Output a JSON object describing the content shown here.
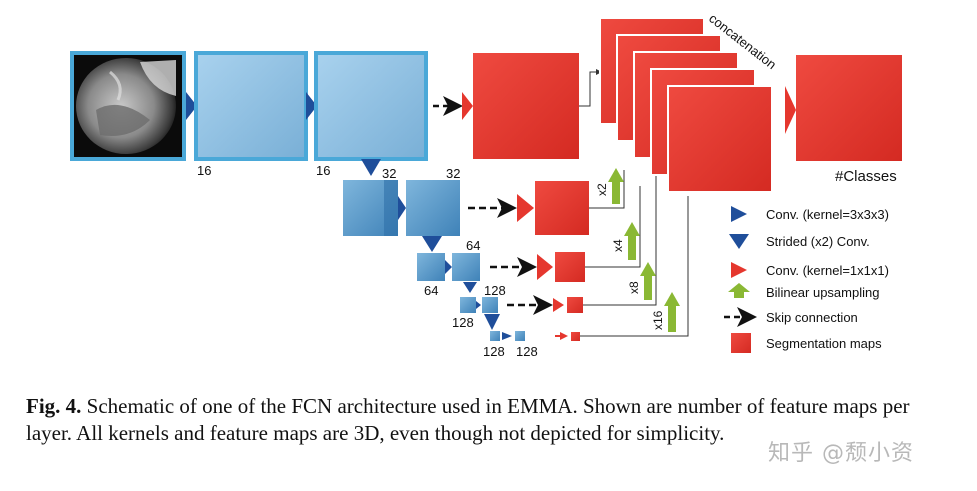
{
  "figure": {
    "colors": {
      "blue_fill": "#8fc0e0",
      "blue_border": "#4aa8d8",
      "dark_blue": "#1f4e9a",
      "red": "#e5372e",
      "green": "#8ab834"
    },
    "labels": {
      "enc1_maps": "16",
      "enc2_maps": "16",
      "l2a_maps": "32",
      "l2b_maps": "32",
      "l3a_maps": "64",
      "l3b_maps": "64",
      "l4a_maps": "128",
      "l4b_maps": "128",
      "l5a_maps": "128",
      "l5b_maps": "128",
      "up_x2": "x2",
      "up_x4": "x4",
      "up_x8": "x8",
      "up_x16": "x16",
      "concatenation": "concatenation",
      "classes": "#Classes"
    },
    "legend": {
      "conv": "Conv. (kernel=3x3x3)",
      "strided": "Strided (x2) Conv.",
      "conv1": "Conv. (kernel=1x1x1)",
      "upsampling": "Bilinear upsampling",
      "skip": "Skip connection",
      "segmaps": "Segmentation maps"
    }
  },
  "caption": {
    "label": "Fig. 4.",
    "text": "Schematic of one of the FCN architecture used in EMMA. Shown are number of feature maps per layer. All kernels and feature maps are 3D, even though not depicted for simplicity."
  },
  "watermark": "知乎 @颓小资"
}
